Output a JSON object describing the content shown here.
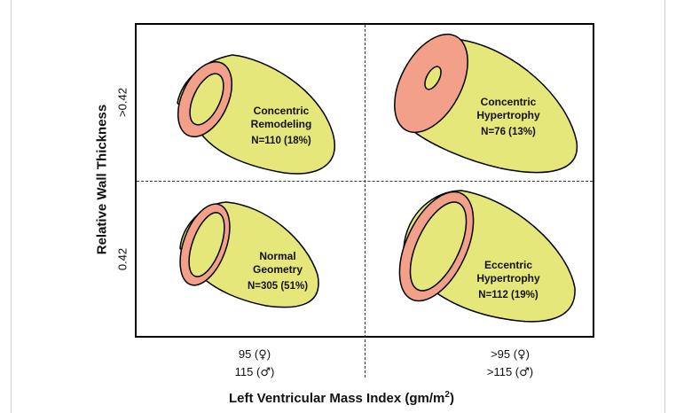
{
  "axis": {
    "y_label": "Relative Wall Thickness",
    "y_tick_high": ">0.42",
    "y_tick_low": "0.42",
    "x_label": "Left Ventricular Mass Index (gm/m",
    "x_label_sup": "2",
    "x_label_end": ")",
    "x_tick_low_line1_value": "95 (",
    "x_tick_low_line1_symbol": "♀",
    "x_tick_low_line2_value": "115 (",
    "x_tick_low_line2_symbol": "♂",
    "x_tick_high_line1_value": ">95 (",
    "x_tick_high_line1_symbol": "♀",
    "x_tick_high_line2_value": ">115 (",
    "x_tick_high_line2_symbol": "♂",
    "close_paren": ")"
  },
  "quadrants": {
    "concentric_remodeling": {
      "line1": "Concentric",
      "line2": "Remodeling",
      "count": "N=110 (18%)"
    },
    "concentric_hypertrophy": {
      "line1": "Concentric",
      "line2": "Hypertrophy",
      "count": "N=76 (13%)"
    },
    "normal_geometry": {
      "line1": "Normal",
      "line2": "Geometry",
      "count": "N=305 (51%)"
    },
    "eccentric_hypertrophy": {
      "line1": "Eccentric",
      "line2": "Hypertrophy",
      "count": "N=112 (19%)"
    }
  },
  "colors": {
    "ventricle_body": "#e6e77a",
    "ventricle_wall": "#f2a08a",
    "outline": "#000000"
  }
}
